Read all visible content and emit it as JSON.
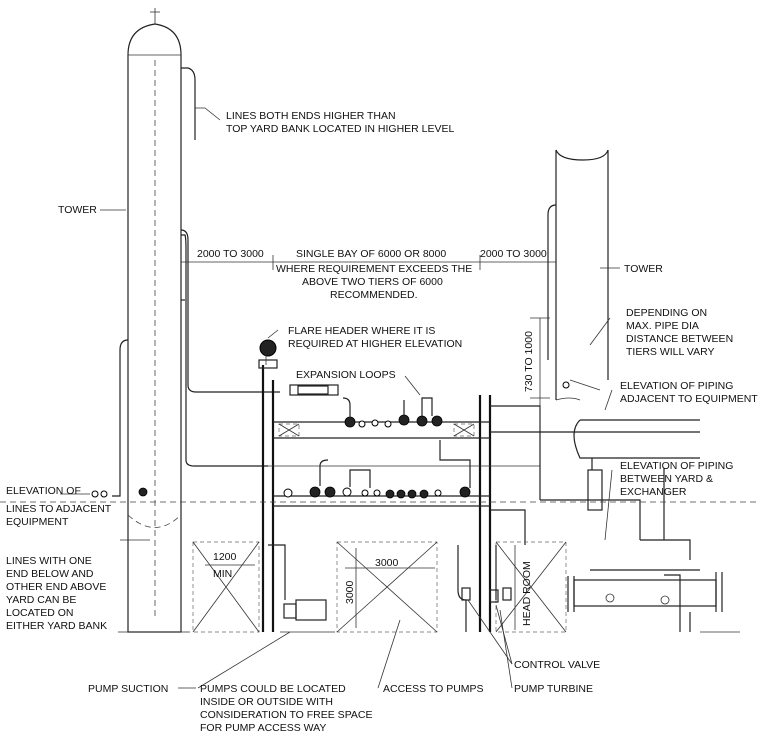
{
  "labels": {
    "tower_left": "TOWER",
    "tower_right": "TOWER",
    "lines_both_ends_1": "LINES BOTH ENDS HIGHER THAN",
    "lines_both_ends_2": "TOP YARD BANK LOCATED IN HIGHER LEVEL",
    "dim_left": "2000 TO 3000",
    "single_bay": "SINGLE BAY OF 6000 OR 8000",
    "dim_right": "2000 TO 3000",
    "requirement_1": "WHERE REQUIREMENT EXCEEDS THE",
    "requirement_2": "ABOVE TWO TIERS OF 6000",
    "requirement_3": "RECOMMENDED.",
    "flare_1": "FLARE HEADER WHERE IT IS",
    "flare_2": "REQUIRED AT HIGHER ELEVATION",
    "depending_1": "DEPENDING ON",
    "depending_2": "MAX. PIPE DIA",
    "depending_3": "DISTANCE BETWEEN",
    "depending_4": "TIERS WILL VARY",
    "expansion": "EXPANSION LOOPS",
    "elev_equip_1": "ELEVATION OF PIPING",
    "elev_equip_2": "ADJACENT TO EQUIPMENT",
    "dim_730": "730 TO 1000",
    "elev_yard_1": "ELEVATION OF PIPING",
    "elev_yard_2": "BETWEEN YARD &",
    "elev_yard_3": "EXCHANGER",
    "elev_lines_1": "ELEVATION OF",
    "elev_lines_2": "LINES TO ADJACENT",
    "elev_lines_3": "EQUIPMENT",
    "one_end_1": "LINES WITH ONE",
    "one_end_2": "END BELOW AND",
    "one_end_3": "OTHER END ABOVE",
    "one_end_4": "YARD CAN BE",
    "one_end_5": "LOCATED ON",
    "one_end_6": "EITHER YARD BANK",
    "dim_1200": "1200",
    "min": "MIN",
    "dim_3000_h": "3000",
    "dim_3000_v": "3000",
    "head_room": "HEAD ROOM",
    "control_valve": "CONTROL VALVE",
    "pump_turbine": "PUMP TURBINE",
    "pump_suction": "PUMP SUCTION",
    "pumps_located_1": "PUMPS COULD BE LOCATED",
    "pumps_located_2": "INSIDE OR OUTSIDE WITH",
    "pumps_located_3": "CONSIDERATION TO FREE SPACE",
    "pumps_located_4": "FOR PUMP ACCESS WAY",
    "access_pumps": "ACCESS TO PUMPS"
  }
}
